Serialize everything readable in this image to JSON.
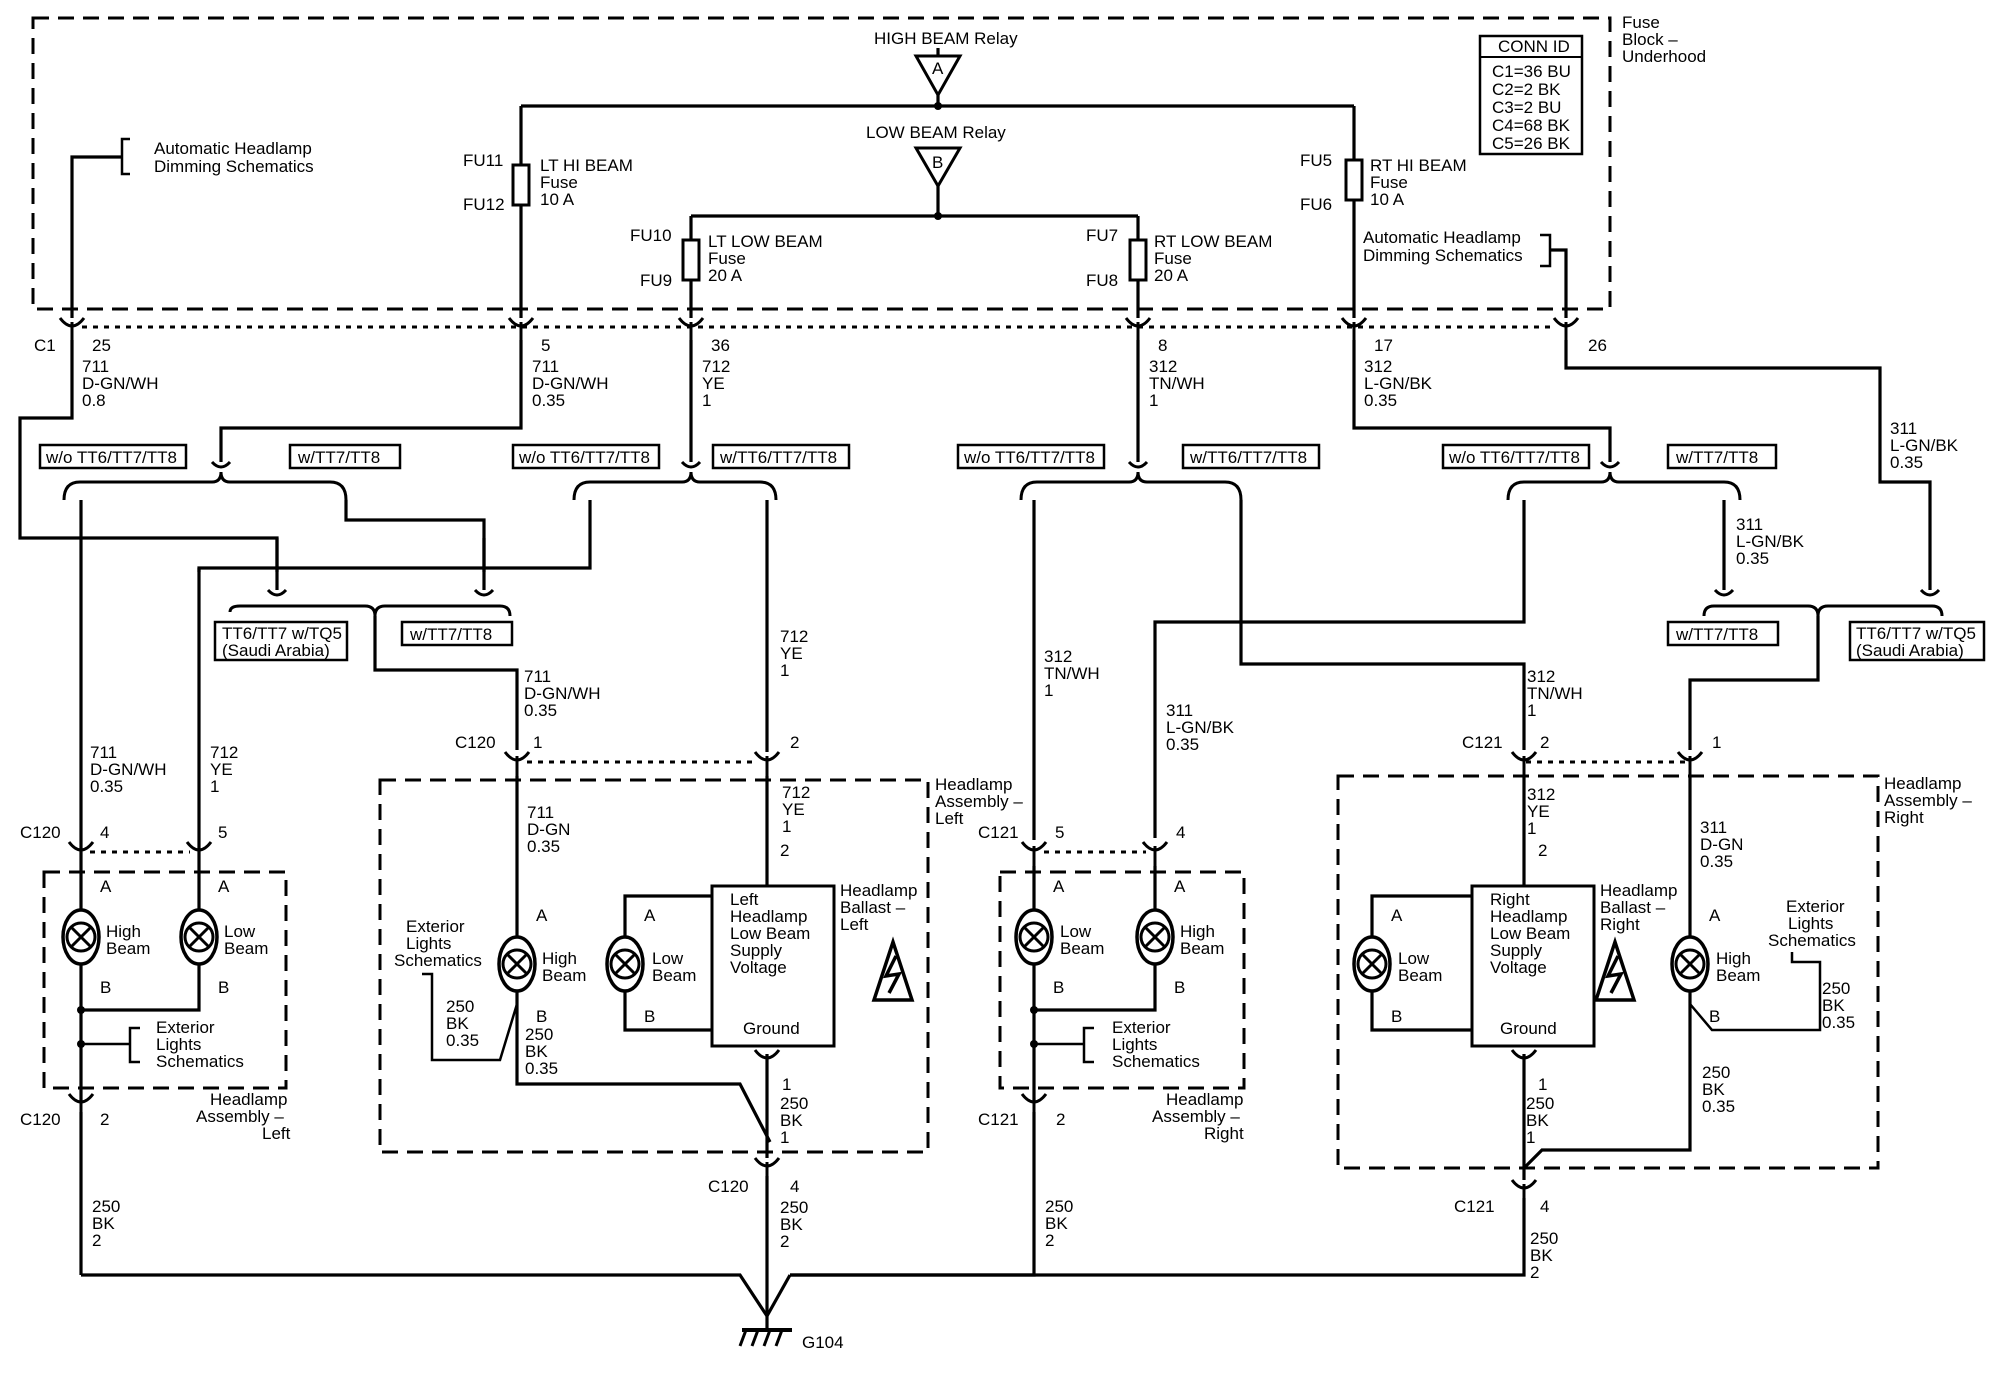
{
  "fuse_block": {
    "title": [
      "Fuse",
      "Block –",
      "Underhood"
    ],
    "conn_id_title": "CONN ID",
    "conn_ids": [
      "C1=36 BU",
      "C2=2 BK",
      "C3=2 BU",
      "C4=68 BK",
      "C5=26 BK"
    ],
    "high_relay": "HIGH BEAM Relay",
    "low_relay": "LOW BEAM Relay",
    "relay_a": "A",
    "relay_b": "B",
    "auto_dim_left": [
      "Automatic Headlamp",
      "Dimming Schematics"
    ],
    "auto_dim_right": [
      "Automatic Headlamp",
      "Dimming Schematics"
    ],
    "fuses": [
      {
        "top": "FU11",
        "bottom": "FU12",
        "label": [
          "LT HI BEAM",
          "Fuse",
          "10 A"
        ]
      },
      {
        "top": "FU10",
        "bottom": "FU9",
        "label": [
          "LT LOW BEAM",
          "Fuse",
          "20 A"
        ]
      },
      {
        "top": "FU7",
        "bottom": "FU8",
        "label": [
          "RT LOW BEAM",
          "Fuse",
          "20 A"
        ]
      },
      {
        "top": "FU5",
        "bottom": "FU6",
        "label": [
          "RT HI BEAM",
          "Fuse",
          "10 A"
        ]
      }
    ],
    "connector": "C1",
    "pins": [
      "25",
      "5",
      "36",
      "8",
      "17",
      "26"
    ]
  },
  "wires": {
    "w711_08": [
      "711",
      "D-GN/WH",
      "0.8"
    ],
    "w711_035_top": [
      "711",
      "D-GN/WH",
      "0.35"
    ],
    "w712_top": [
      "712",
      "YE",
      "1"
    ],
    "w312_top": [
      "312",
      "TN/WH",
      "1"
    ],
    "w312_l": [
      "312",
      "L-GN/BK",
      "0.35"
    ],
    "w311_right": [
      "311",
      "L-GN/BK",
      "0.35"
    ],
    "w311_mid": [
      "311",
      "L-GN/BK",
      "0.35"
    ],
    "w711_mid": [
      "711",
      "D-GN/WH",
      "0.35"
    ],
    "w712_mid": [
      "712",
      "YE",
      "1"
    ],
    "w711_left": [
      "711",
      "D-GN/WH",
      "0.35"
    ],
    "w712_left": [
      "712",
      "YE",
      "1"
    ],
    "w312_mid": [
      "312",
      "TN/WH",
      "1"
    ],
    "w311_c121": [
      "311",
      "L-GN/BK",
      "0.35"
    ],
    "w312_c121": [
      "312",
      "TN/WH",
      "1"
    ],
    "w711_dgn": [
      "711",
      "D-GN",
      "0.35"
    ],
    "w712_ye_in": [
      "712",
      "YE",
      "1"
    ],
    "w312_ye_in": [
      "312",
      "YE",
      "1"
    ],
    "w311_dgn": [
      "311",
      "D-GN",
      "0.35"
    ],
    "w250_035_l": [
      "250",
      "BK",
      "0.35"
    ],
    "w250_035_l2": [
      "250",
      "BK",
      "0.35"
    ],
    "w250_1_l": [
      "250",
      "BK",
      "1"
    ],
    "w250_1_r": [
      "250",
      "BK",
      "1"
    ],
    "w250_035_r": [
      "250",
      "BK",
      "0.35"
    ],
    "w250_035_r2": [
      "250",
      "BK",
      "0.35"
    ],
    "w250_2_a": [
      "250",
      "BK",
      "2"
    ],
    "w250_2_b": [
      "250",
      "BK",
      "2"
    ],
    "w250_2_c": [
      "250",
      "BK",
      "2"
    ],
    "w250_2_d": [
      "250",
      "BK",
      "2"
    ]
  },
  "options": {
    "wo_tt678": "w/o TT6/TT7/TT8",
    "w_tt78": "w/TT7/TT8",
    "w_tt678": "w/TT6/TT7/TT8",
    "saudi": [
      "TT6/TT7 w/TQ5",
      "(Saudi Arabia)"
    ]
  },
  "connectors": {
    "c120": "C120",
    "c121": "C121",
    "p1": "1",
    "p2": "2",
    "p4": "4",
    "p5": "5"
  },
  "lamps": {
    "high": [
      "High",
      "Beam"
    ],
    "low": [
      "Low",
      "Beam"
    ],
    "pin_a": "A",
    "pin_b": "B"
  },
  "assemblies": {
    "hl_left": [
      "Headlamp",
      "Assembly –",
      "Left"
    ],
    "hl_right": [
      "Headlamp",
      "Assembly –",
      "Right"
    ],
    "ext_lights": [
      "Exterior",
      "Lights",
      "Schematics"
    ],
    "ballast_left": [
      "Headlamp",
      "Ballast –",
      "Left"
    ],
    "ballast_right": [
      "Headlamp",
      "Ballast –",
      "Right"
    ],
    "ballast_box_left": [
      "Left",
      "Headlamp",
      "Low Beam",
      "Supply",
      "Voltage"
    ],
    "ballast_box_right": [
      "Right",
      "Headlamp",
      "Low Beam",
      "Supply",
      "Voltage"
    ],
    "ground_label": "Ground"
  },
  "ground": "G104"
}
